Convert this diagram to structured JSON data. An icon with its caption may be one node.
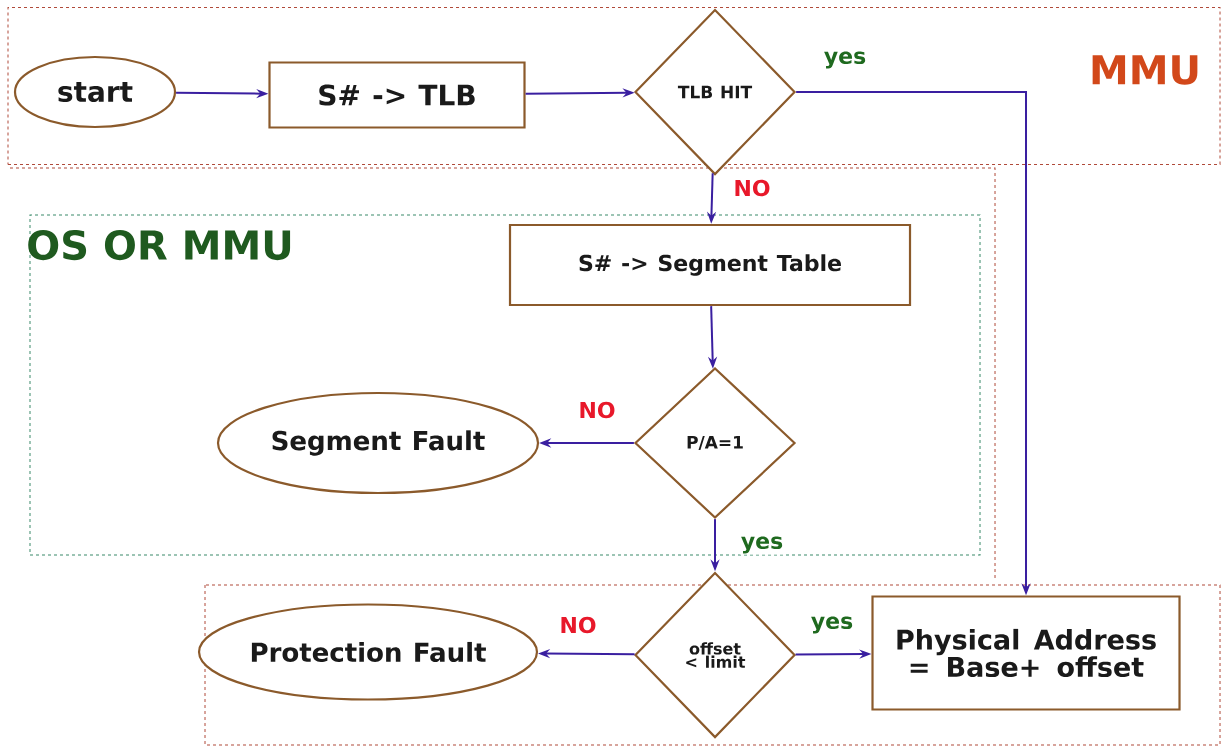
{
  "diagram": {
    "nodes": [
      {
        "text": [
          "MMU"
        ]
      },
      {
        "text": [
          "start"
        ],
        "in": 0
      },
      {
        "text": [
          "S# -> TLB"
        ],
        "in": 0
      },
      {
        "text": [
          "TLB HIT"
        ],
        "in": 0
      },
      {
        "text": [
          "OS OR MMU"
        ]
      },
      {
        "text": [
          "S# -> Segment Table"
        ],
        "in": 4
      },
      {
        "text": [
          "P/A=1"
        ],
        "in": 4
      },
      {
        "text": [
          "Segment Fault"
        ],
        "in": 4
      },
      {
        "text": [
          "offset < limit"
        ]
      },
      {
        "text": [
          "Protection Fault"
        ]
      },
      {
        "text": [
          "Physical Address = Base+ offset"
        ]
      }
    ],
    "edges": [
      {
        "from": 1,
        "to": 2,
        "arrow": "to"
      },
      {
        "from": 2,
        "to": 3,
        "arrow": "to"
      },
      {
        "from": 3,
        "to": 10,
        "arrow": "to",
        "label": "yes"
      },
      {
        "from": 3,
        "to": 5,
        "arrow": "to",
        "label": "NO"
      },
      {
        "from": 5,
        "to": 6,
        "arrow": "to"
      },
      {
        "from": 6,
        "to": 7,
        "arrow": "to",
        "label": "NO"
      },
      {
        "from": 6,
        "to": 8,
        "arrow": "to",
        "label": "yes"
      },
      {
        "from": 8,
        "to": 9,
        "arrow": "to",
        "label": "NO"
      },
      {
        "from": 8,
        "to": 10,
        "arrow": "to",
        "label": "yes"
      }
    ]
  }
}
